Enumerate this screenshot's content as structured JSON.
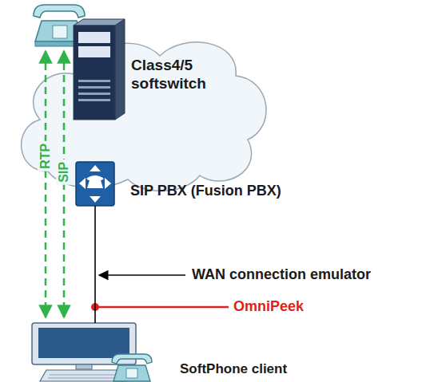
{
  "diagram": {
    "nodes": [
      {
        "text": [
          "Class4/5 softswitch"
        ]
      },
      {
        "text": [
          "SIP PBX (Fusion PBX)"
        ]
      },
      {
        "text": [
          "SoftPhone client"
        ]
      }
    ],
    "edges": [
      {
        "from": 1,
        "to": 2,
        "arrow": "none"
      }
    ],
    "labels": [
      "RTP",
      "SIP",
      "WAN connection emulator",
      "OmniPeek"
    ]
  }
}
